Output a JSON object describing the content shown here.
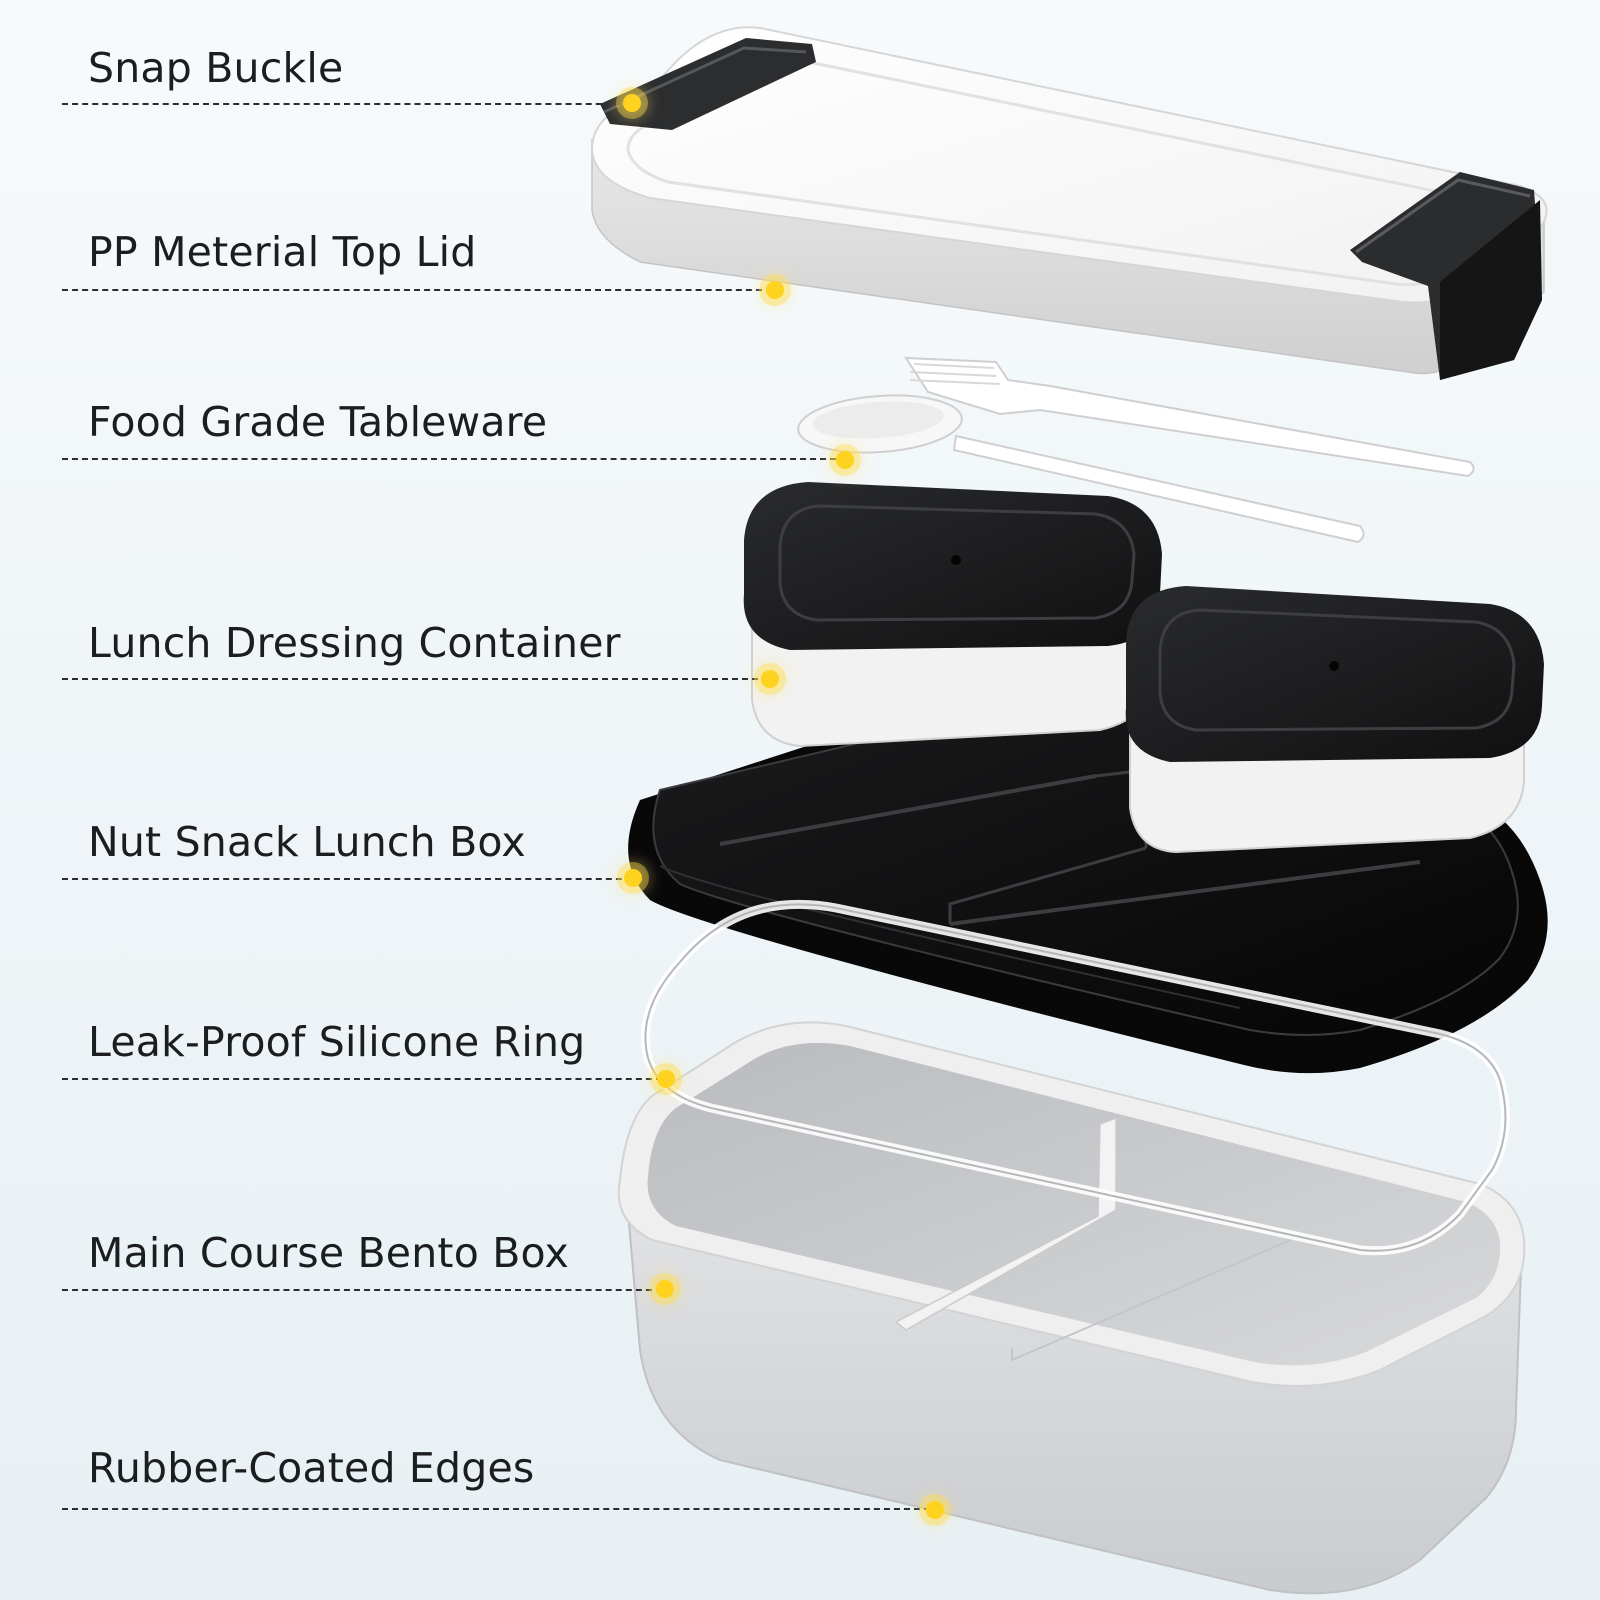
{
  "callouts": [
    {
      "id": "snap-buckle",
      "text": "Snap Buckle"
    },
    {
      "id": "top-lid",
      "text": "PP Meterial Top Lid"
    },
    {
      "id": "tableware",
      "text": "Food Grade Tableware"
    },
    {
      "id": "dressing-container",
      "text": "Lunch Dressing Container"
    },
    {
      "id": "snack-box",
      "text": "Nut Snack Lunch Box"
    },
    {
      "id": "silicone-ring",
      "text": "Leak-Proof Silicone Ring"
    },
    {
      "id": "bento-box",
      "text": "Main Course Bento Box"
    },
    {
      "id": "rubber-edges",
      "text": "Rubber-Coated Edges"
    }
  ],
  "colors": {
    "accent_dot": "#ffd21f",
    "lid_white": "#f4f4f4",
    "buckle_black": "#2b2c2e",
    "tray_black": "#0d0d0e",
    "box_silver": "#d2d4d6"
  }
}
